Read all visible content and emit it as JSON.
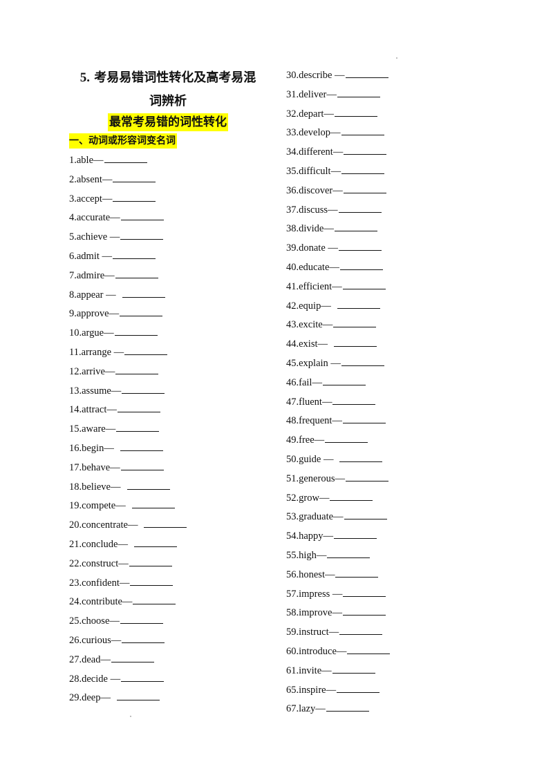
{
  "header": {
    "title_num": "5.",
    "title_line1": "考易易错词性转化及高考易混",
    "title_line2": "词辨析",
    "subtitle": "最常考易错的词性转化",
    "section": "一、动词或形容词变名词"
  },
  "left_items": [
    {
      "label": "1.able—",
      "gap": 0
    },
    {
      "label": "2.absent—",
      "gap": 0
    },
    {
      "label": "3.accept—",
      "gap": 0
    },
    {
      "label": "4.accurate—",
      "gap": 0
    },
    {
      "label": "5.achieve —",
      "gap": 0
    },
    {
      "label": "6.admit —",
      "gap": 0
    },
    {
      "label": "7.admire—",
      "gap": 0
    },
    {
      "label": "8.appear —",
      "gap": 8
    },
    {
      "label": "9.approve—",
      "gap": 0
    },
    {
      "label": "10.argue—",
      "gap": 0
    },
    {
      "label": "11.arrange —",
      "gap": 0
    },
    {
      "label": "12.arrive—",
      "gap": 0
    },
    {
      "label": "13.assume—",
      "gap": 0
    },
    {
      "label": "14.attract—",
      "gap": 0
    },
    {
      "label": "15.aware—",
      "gap": 0
    },
    {
      "label": "16.begin—",
      "gap": 8
    },
    {
      "label": "17.behave—",
      "gap": 0
    },
    {
      "label": "18.believe—",
      "gap": 8
    },
    {
      "label": "19.compete—",
      "gap": 8
    },
    {
      "label": "20.concentrate—",
      "gap": 8
    },
    {
      "label": "21.conclude—",
      "gap": 8
    },
    {
      "label": "22.construct—",
      "gap": 0
    },
    {
      "label": "23.confident—",
      "gap": 0
    },
    {
      "label": "24.contribute—",
      "gap": 0
    },
    {
      "label": "25.choose—",
      "gap": 0
    },
    {
      "label": "26.curious—",
      "gap": 0
    },
    {
      "label": "27.dead—",
      "gap": 0
    },
    {
      "label": "28.decide —",
      "gap": 0
    },
    {
      "label": "29.deep—",
      "gap": 8
    }
  ],
  "right_items": [
    {
      "label": "30.describe —",
      "gap": 0
    },
    {
      "label": "31.deliver—",
      "gap": 0
    },
    {
      "label": "32.depart—",
      "gap": 0
    },
    {
      "label": "33.develop—",
      "gap": 0
    },
    {
      "label": "34.different—",
      "gap": 0
    },
    {
      "label": "35.difficult—",
      "gap": 0
    },
    {
      "label": "36.discover—",
      "gap": 0
    },
    {
      "label": "37.discuss—",
      "gap": 0
    },
    {
      "label": "38.divide—",
      "gap": 0
    },
    {
      "label": "39.donate —",
      "gap": 0
    },
    {
      "label": "40.educate—",
      "gap": 0
    },
    {
      "label": "41.efficient—",
      "gap": 0
    },
    {
      "label": "42.equip—",
      "gap": 8
    },
    {
      "label": "43.excite—",
      "gap": 0
    },
    {
      "label": "44.exist—",
      "gap": 8
    },
    {
      "label": "45.explain —",
      "gap": 0
    },
    {
      "label": "46.fail—",
      "gap": 0
    },
    {
      "label": "47.fluent—",
      "gap": 0
    },
    {
      "label": "48.frequent—",
      "gap": 0
    },
    {
      "label": "49.free—",
      "gap": 0
    },
    {
      "label": "50.guide —",
      "gap": 8
    },
    {
      "label": "51.generous—",
      "gap": 0
    },
    {
      "label": "52.grow—",
      "gap": 0
    },
    {
      "label": "53.graduate—",
      "gap": 0
    },
    {
      "label": "54.happy—",
      "gap": 0
    },
    {
      "label": "55.high—",
      "gap": 0
    },
    {
      "label": "56.honest—",
      "gap": 0
    },
    {
      "label": "57.impress —",
      "gap": 0
    },
    {
      "label": "58.improve—",
      "gap": 0
    },
    {
      "label": "59.instruct—",
      "gap": 0
    },
    {
      "label": "60.introduce—",
      "gap": 0
    },
    {
      "label": "61.invite—",
      "gap": 0
    },
    {
      "label": "65.inspire—",
      "gap": 0
    },
    {
      "label": "67.lazy—",
      "gap": 0
    }
  ]
}
